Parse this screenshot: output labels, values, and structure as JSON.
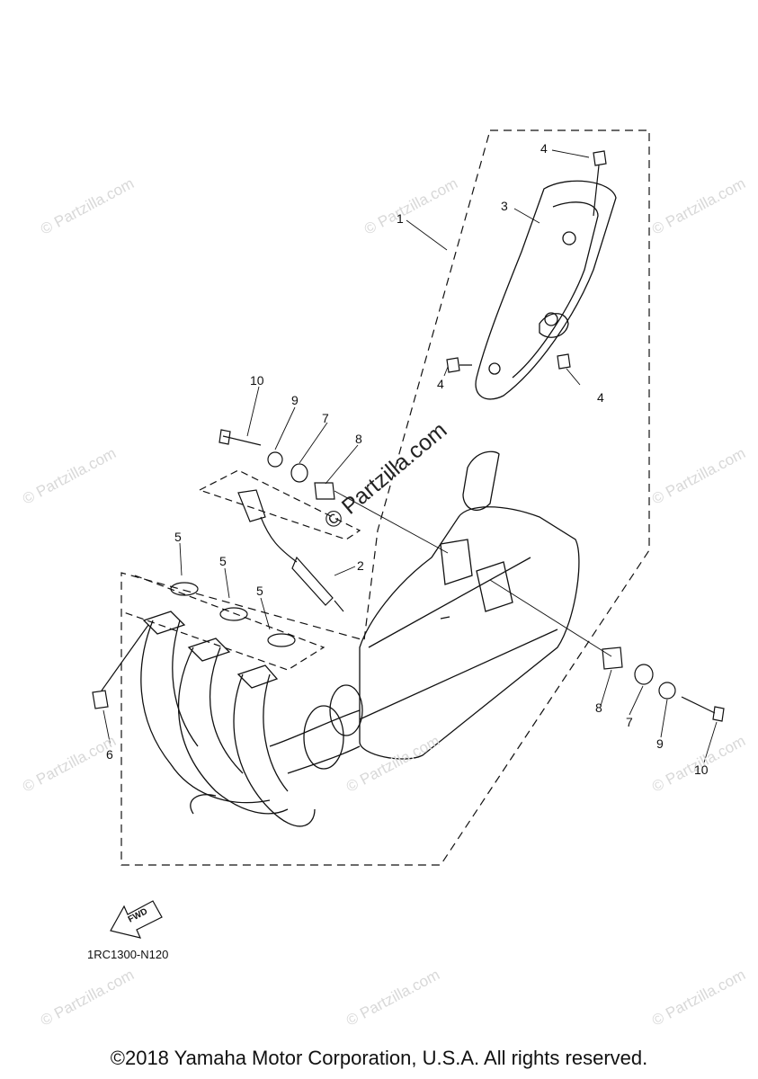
{
  "watermark": {
    "text": "© Partzilla.com",
    "main_text": "© Partzilla.com"
  },
  "callouts": [
    {
      "id": "c1",
      "label": "1"
    },
    {
      "id": "c2",
      "label": "2"
    },
    {
      "id": "c3",
      "label": "3"
    },
    {
      "id": "c4a",
      "label": "4"
    },
    {
      "id": "c4b",
      "label": "4"
    },
    {
      "id": "c4c",
      "label": "4"
    },
    {
      "id": "c5a",
      "label": "5"
    },
    {
      "id": "c5b",
      "label": "5"
    },
    {
      "id": "c5c",
      "label": "5"
    },
    {
      "id": "c6",
      "label": "6"
    },
    {
      "id": "c7a",
      "label": "7"
    },
    {
      "id": "c7b",
      "label": "7"
    },
    {
      "id": "c8a",
      "label": "8"
    },
    {
      "id": "c8b",
      "label": "8"
    },
    {
      "id": "c9a",
      "label": "9"
    },
    {
      "id": "c9b",
      "label": "9"
    },
    {
      "id": "c10a",
      "label": "10"
    },
    {
      "id": "c10b",
      "label": "10"
    }
  ],
  "forward_arrow": {
    "text": "FWD"
  },
  "diagram_code": "1RC1300-N120",
  "copyright": "©2018 Yamaha Motor Corporation, U.S.A. All rights reserved."
}
